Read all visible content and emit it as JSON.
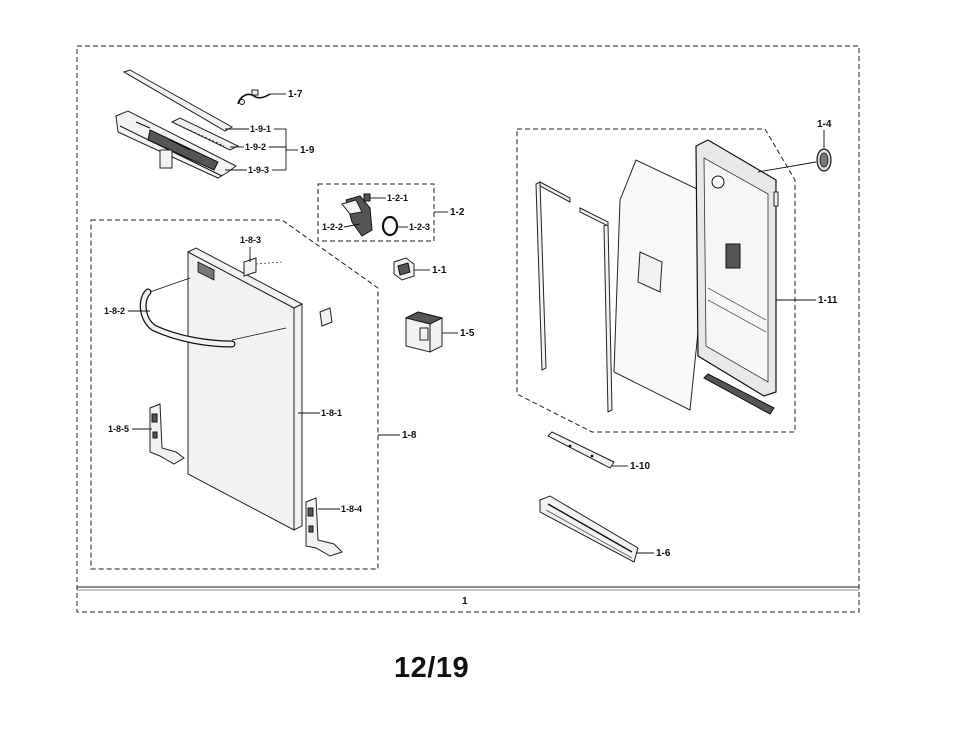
{
  "page": {
    "number": "12/19"
  },
  "assembly": {
    "label": "1"
  },
  "callouts": {
    "c1_1": "1-1",
    "c1_2": "1-2",
    "c1_2_1": "1-2-1",
    "c1_2_2": "1-2-2",
    "c1_2_3": "1-2-3",
    "c1_4": "1-4",
    "c1_5": "1-5",
    "c1_6": "1-6",
    "c1_7": "1-7",
    "c1_8": "1-8",
    "c1_8_1": "1-8-1",
    "c1_8_2": "1-8-2",
    "c1_8_3": "1-8-3",
    "c1_8_4": "1-8-4",
    "c1_8_5": "1-8-5",
    "c1_9": "1-9",
    "c1_9_1": "1-9-1",
    "c1_9_2": "1-9-2",
    "c1_9_3": "1-9-3",
    "c1_10": "1-10",
    "c1_11": "1-11"
  }
}
